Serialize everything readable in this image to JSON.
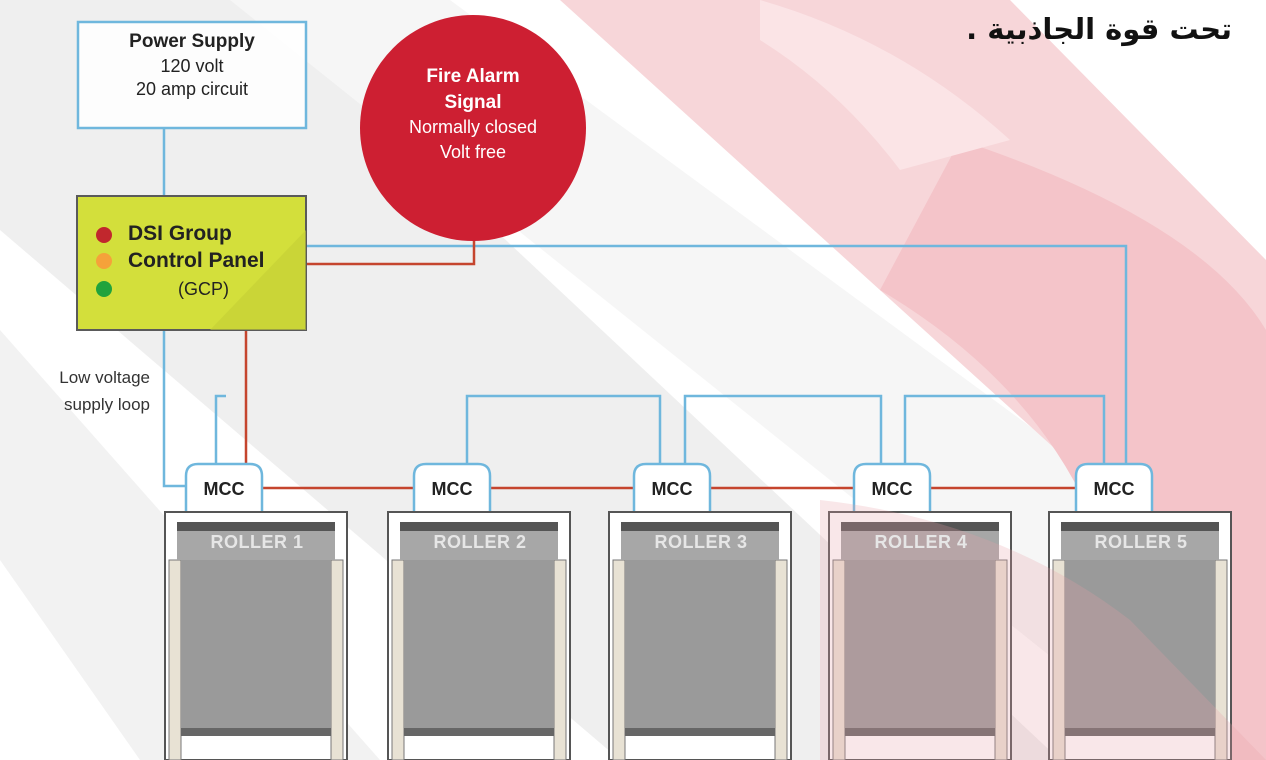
{
  "heading": "تحت قوة الجاذبية .",
  "power_supply": {
    "title": "Power Supply",
    "line1": "120 volt",
    "line2": "20 amp circuit"
  },
  "fire_alarm": {
    "title1": "Fire Alarm",
    "title2": "Signal",
    "line1": "Normally closed",
    "line2": "Volt free"
  },
  "control_panel": {
    "title1": "DSI Group",
    "title2": "Control Panel",
    "abbr": "(GCP)",
    "indicator_colors": [
      "#c1272d",
      "#f5a23a",
      "#21a33c"
    ]
  },
  "low_voltage_label": {
    "line1": "Low voltage",
    "line2": "supply loop"
  },
  "mcc_label": "MCC",
  "rollers": [
    "ROLLER 1",
    "ROLLER 2",
    "ROLLER 3",
    "ROLLER 4",
    "ROLLER 5"
  ],
  "colors": {
    "blue_wire": "#6fb7dd",
    "red_wire": "#c5452e",
    "panel_yellow": "#d3df3b",
    "fire_red": "#cd1f32",
    "watermark": "#f2d0d3",
    "diag_grey": "#ebebeb"
  }
}
